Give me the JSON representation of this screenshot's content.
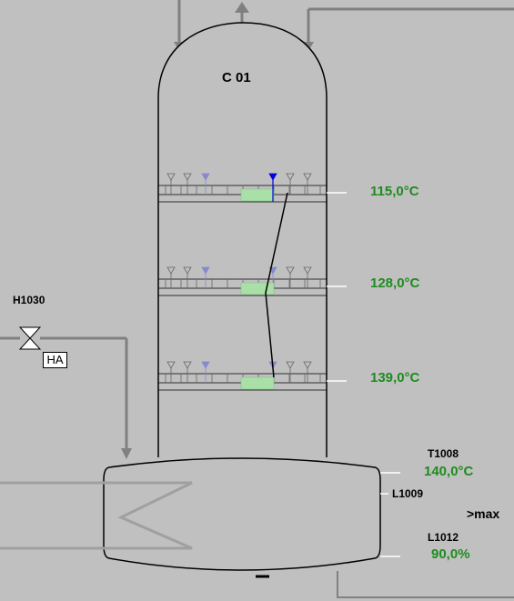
{
  "column": {
    "title": "C 01"
  },
  "trays": [
    {
      "temperature": "115,0°C",
      "level": 0.5
    },
    {
      "temperature": "128,0°C",
      "level": 0.5
    },
    {
      "temperature": "139,0°C",
      "level": 0.5
    }
  ],
  "valve": {
    "tag": "H1030",
    "mode": "HA"
  },
  "sump": {
    "temperature_tag": "T1008",
    "temperature_value": "140,0°C",
    "level_switch_tag": "L1009",
    "level_switch_state": ">max",
    "level_tag": "L1012",
    "level_value": "90,0%"
  },
  "colors": {
    "background": "#c0c0c0",
    "pipe": "#808080",
    "value_text": "#1e8c1e",
    "tray_bar": "#a8e0a8",
    "marker_active": "#0000dd",
    "marker_inactive": "#8888cc"
  }
}
